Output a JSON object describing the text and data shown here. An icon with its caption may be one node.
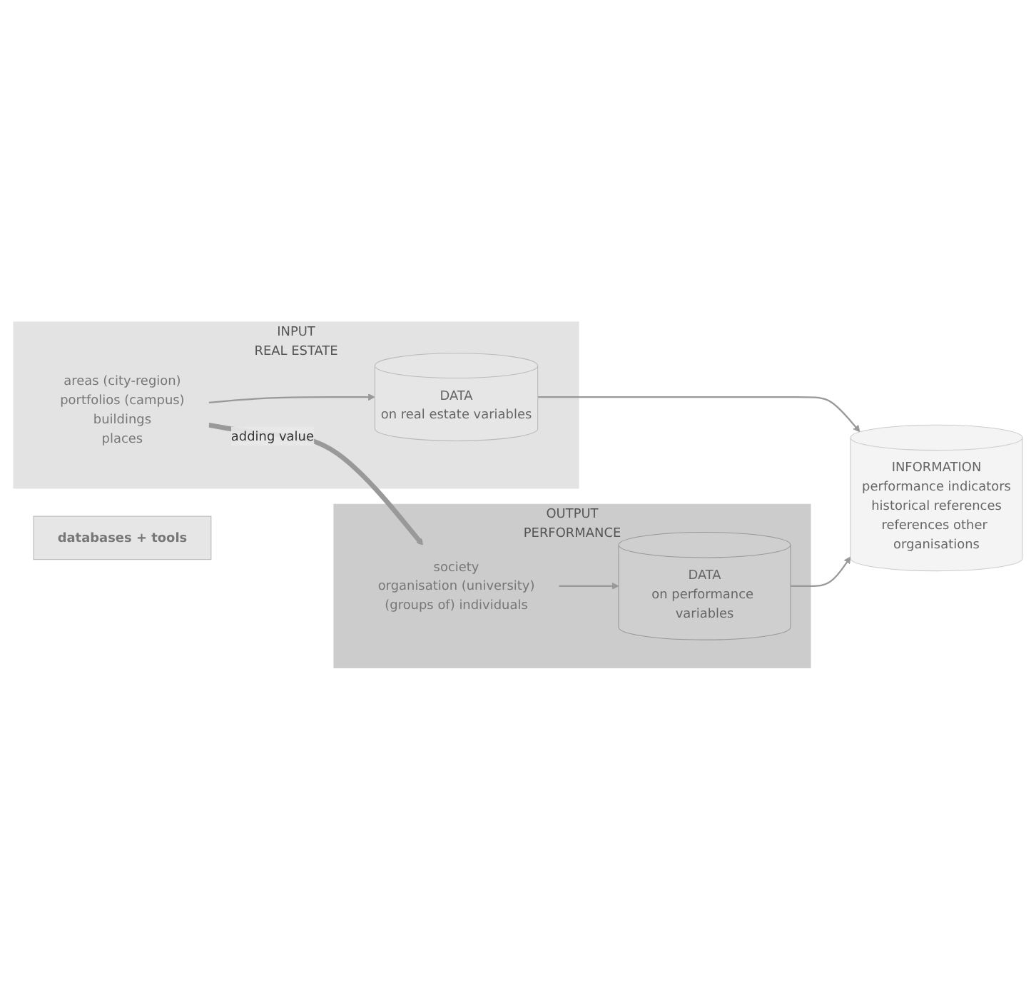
{
  "diagram": {
    "nodes": [
      {
        "text": [
          "INPUT",
          "REAL ESTATE"
        ]
      },
      {
        "text": [
          "OUTPUT",
          "PERFORMANCE"
        ]
      },
      {
        "text": [
          "areas (city-region)",
          "portfolios (campus)",
          "buildings",
          "places"
        ],
        "in": 0
      },
      {
        "text": [
          "society",
          "organisation (university)",
          "(groups of) individuals"
        ],
        "in": 1
      },
      {
        "text": [
          "DATA",
          "on real estate variables"
        ],
        "in": 0
      },
      {
        "text": [
          "DATA",
          "on performance variables"
        ],
        "in": 1
      },
      {
        "text": [
          "INFORMATION",
          "performance indicators",
          "historical references",
          "references other organisations"
        ]
      },
      {
        "text": [
          "databases + tools"
        ]
      }
    ],
    "edges": [
      {
        "from": 2,
        "to": 3,
        "arrow": "to",
        "label": "adding value",
        "style": "thick"
      },
      {
        "from": 2,
        "to": 4,
        "arrow": "to"
      },
      {
        "from": 3,
        "to": 5,
        "arrow": "to"
      },
      {
        "from": 4,
        "to": 6,
        "arrow": "to"
      },
      {
        "from": 5,
        "to": 6,
        "arrow": "to"
      }
    ]
  }
}
